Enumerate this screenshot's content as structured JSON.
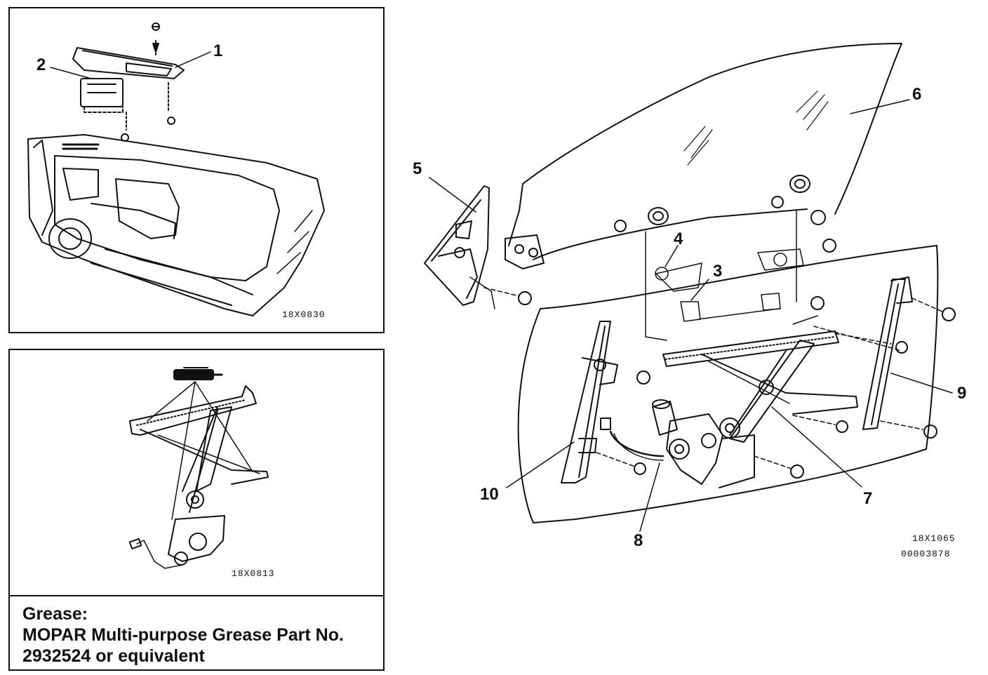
{
  "callouts": {
    "c1": "1",
    "c2": "2",
    "c3": "3",
    "c4": "4",
    "c5": "5",
    "c6": "6",
    "c7": "7",
    "c8": "8",
    "c9": "9",
    "c10": "10"
  },
  "figure_codes": {
    "top_left": "18X0830",
    "bottom_left": "18X0813",
    "main": "18X1065",
    "main_id": "00003878"
  },
  "grease_note": {
    "heading": "Grease:",
    "line1": "MOPAR Multi-purpose Grease Part No.",
    "line2": "2932524 or equivalent"
  }
}
